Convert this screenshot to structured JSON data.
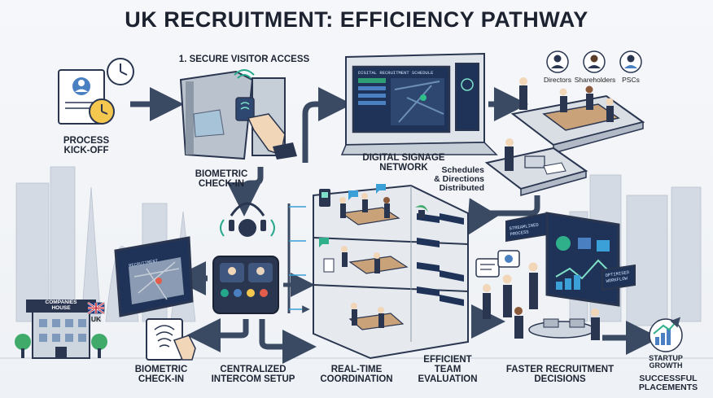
{
  "title": "UK RECRUITMENT: EFFICIENCY PATHWAY",
  "labels": {
    "process_kickoff": "PROCESS\nKICK-OFF",
    "secure_access": "1. SECURE VISITOR ACCESS",
    "biometric_top": "BIOMETRIC\nCHECK-IN",
    "digital_signage": "DIGITAL SIGNAGE\nNETWORK",
    "schedules": "Schedules\n& Directions\nDistributed",
    "directors": "Directors",
    "shareholders": "Shareholders",
    "pscs": "PSCs",
    "companies_house": "COMPANIES\nHOUSE",
    "uk": "UK",
    "biometric_bottom": "BIOMETRIC\nCHECK-IN",
    "intercom": "CENTRALIZED\nINTERCOM SETUP",
    "realtime": "REAL-TIME\nCOORDINATION",
    "team_eval": "EFFICIENT\nTEAM\nEVALUATION",
    "faster": "FASTER RECRUITMENT\nDECISIONS",
    "startup": "STARTUP\nGROWTH",
    "placements": "SUCCESSFUL\nPLACEMENTS"
  },
  "screens": {
    "signage_header": "DIGITAL RECRUITMENT SCHEDULE",
    "tablet_header": "RECRUITMENT",
    "streamlined": "STREAMLINED\nPROCESS",
    "optimised": "OPTIMISED\nWORKFLOW"
  },
  "colors": {
    "navy": "#2a3650",
    "arrow": "#3b4a63",
    "screen": "#1f3358",
    "skyline": "#c9d2dd"
  }
}
